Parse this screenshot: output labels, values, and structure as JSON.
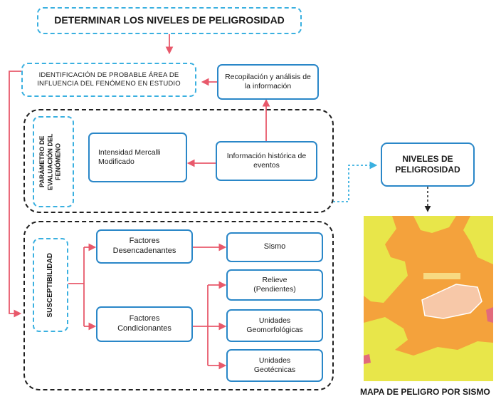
{
  "title": "DETERMINAR LOS NIVELES DE PELIGROSIDAD",
  "nodes": {
    "identificacion": "IDENTIFICACIÓN DE PROBABLE ÁREA DE INFLUENCIA DEL FENÓMENO EN ESTUDIO",
    "recopilacion": "Recopilación y análisis de la información",
    "parametro": "PARÁMETRO DE EVALUACIÓN DEL FENÓMENO",
    "intensidad": "Intensidad Mercalli Modificado",
    "info_historica": "Información histórica de eventos",
    "niveles": "NIVELES DE PELIGROSIDAD",
    "susceptibilidad": "SUSCEPTIBILIDAD",
    "desencadenantes": "Factores Desencadenantes",
    "condicionantes": "Factores Condicionantes",
    "sismo": "Sismo",
    "relieve": "Relieve (Pendientes)",
    "geomorfologicas": "Unidades Geomorfológicas",
    "geotecnicas": "Unidades Geotécnicas"
  },
  "map": {
    "caption": "MAPA DE PELIGRO POR SISMO",
    "colors": {
      "low": "#e8e64a",
      "medium": "#f4a23c",
      "high": "#e26a7c",
      "outline": "#f7c8a8"
    }
  },
  "colors": {
    "arrow": "#e8596b",
    "solid_border": "#2a87c8",
    "dashed_border": "#3ab0e0",
    "group_border": "#1f1f1f"
  }
}
